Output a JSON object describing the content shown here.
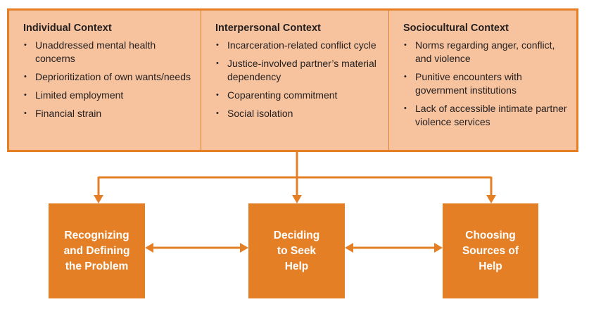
{
  "contexts": [
    {
      "title": "Individual Context",
      "items": [
        "Unaddressed mental health concerns",
        "Deprioritization of own wants/needs",
        "Limited employment",
        "Financial strain"
      ]
    },
    {
      "title": "Interpersonal Context",
      "items": [
        "Incarceration-related conflict cycle",
        "Justice-involved partner’s material dependency",
        "Coparenting commitment",
        "Social isolation"
      ]
    },
    {
      "title": "Sociocultural Context",
      "items": [
        "Norms regarding anger, conflict, and violence",
        "Punitive encounters with government institutions",
        "Lack of accessible intimate partner violence services"
      ]
    }
  ],
  "steps": [
    "Recognizing\nand Defining\nthe Problem",
    "Deciding\nto Seek\nHelp",
    "Choosing\nSources of\nHelp"
  ],
  "colors": {
    "accent": "#e57f25",
    "panel_fill": "#f7c39e",
    "text": "#231f20"
  }
}
